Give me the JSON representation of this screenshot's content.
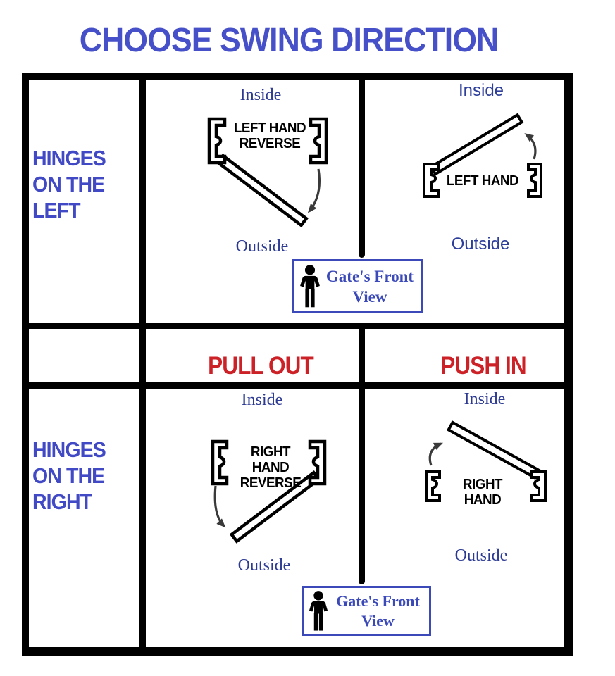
{
  "title": "CHOOSE SWING DIRECTION",
  "left_column": {
    "top_label": "HINGES ON THE LEFT",
    "bottom_label": "HINGES ON THE RIGHT"
  },
  "middle_row": {
    "pull_out": "PULL OUT",
    "push_in": "PUSH IN"
  },
  "quadrants": {
    "top_middle": {
      "inside": "Inside",
      "outside": "Outside",
      "swing_label": "LEFT HAND REVERSE"
    },
    "top_right": {
      "inside": "Inside",
      "outside": "Outside",
      "swing_label": "LEFT HAND"
    },
    "bottom_middle": {
      "inside": "Inside",
      "outside": "Outside",
      "swing_label": "RIGHT HAND REVERSE"
    },
    "bottom_right": {
      "inside": "Inside",
      "outside": "Outside",
      "swing_label": "RIGHT HAND"
    }
  },
  "front_view_top": {
    "label": "Gate's Front View",
    "icon": "standing-person-icon"
  },
  "front_view_bottom": {
    "label": "Gate's Front View",
    "icon": "standing-person-icon"
  },
  "colors": {
    "title_blue": "#4650c8",
    "hinge_label_blue": "#4149c5",
    "direction_red": "#cc2127",
    "inside_outside_navy": "#2c3a93",
    "front_view_blue": "#3b4ab8",
    "line_black": "#000000",
    "arrow_gray": "#3a3a3a"
  }
}
